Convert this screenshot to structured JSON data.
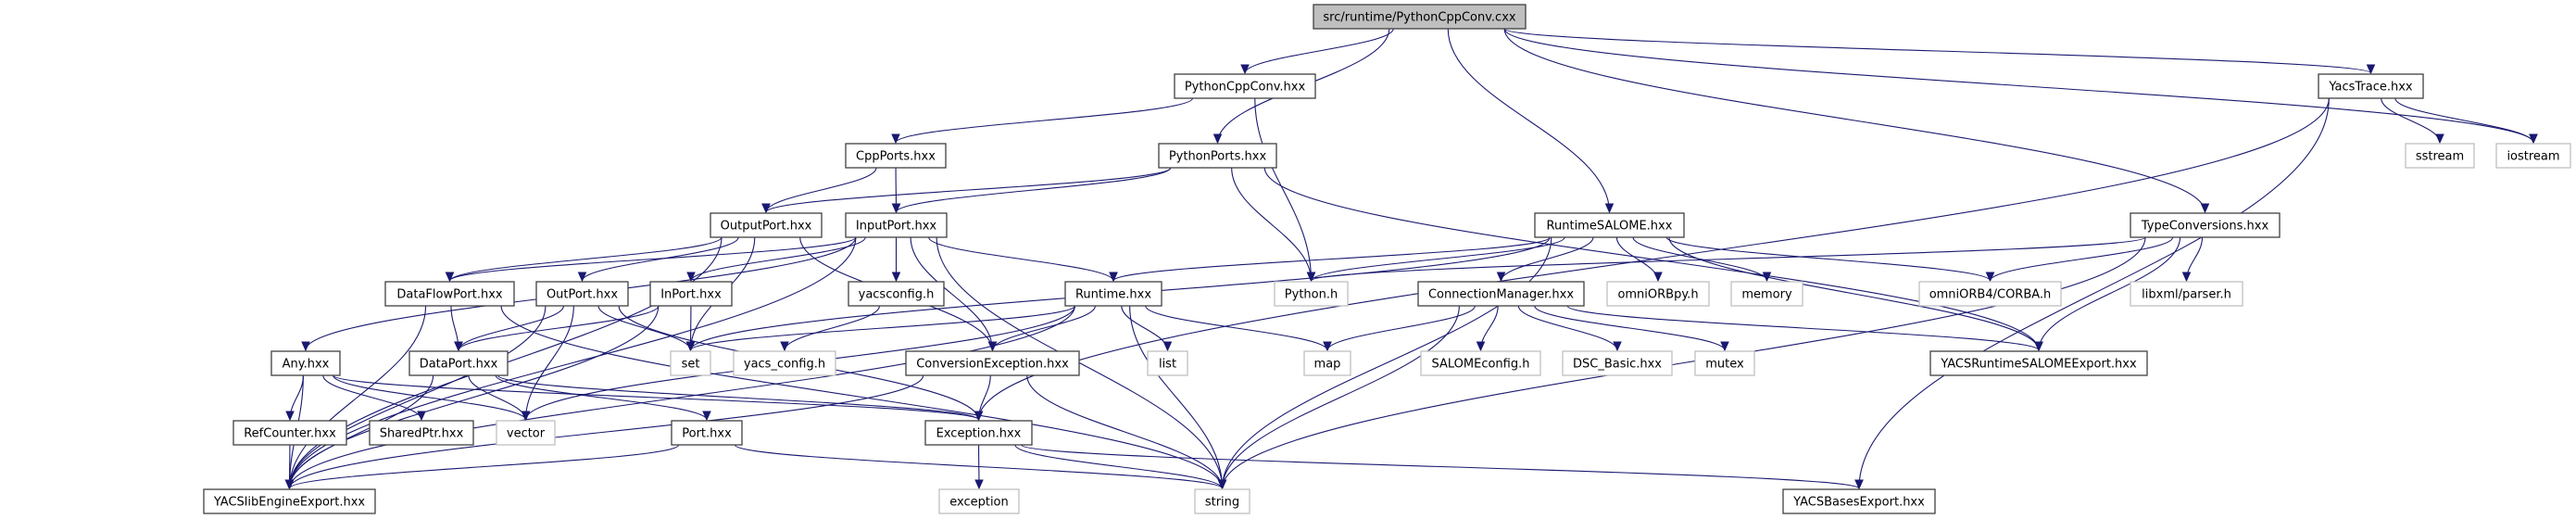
{
  "graph": {
    "type": "include-dependency-graph",
    "edge_color": "#191970",
    "root_fill": "#bfbfbf",
    "external_border": "#bfbfbf",
    "nodes": [
      {
        "id": "root",
        "label": "src/runtime/PythonCppConv.cxx",
        "kind": "root"
      },
      {
        "id": "pycppconv_hxx",
        "label": "PythonCppConv.hxx",
        "kind": "internal"
      },
      {
        "id": "yacstrace",
        "label": "YacsTrace.hxx",
        "kind": "internal"
      },
      {
        "id": "cppports",
        "label": "CppPorts.hxx",
        "kind": "internal"
      },
      {
        "id": "pythonports",
        "label": "PythonPorts.hxx",
        "kind": "internal"
      },
      {
        "id": "sstream",
        "label": "sstream",
        "kind": "external"
      },
      {
        "id": "iostream",
        "label": "iostream",
        "kind": "external"
      },
      {
        "id": "outputport",
        "label": "OutputPort.hxx",
        "kind": "internal"
      },
      {
        "id": "inputport",
        "label": "InputPort.hxx",
        "kind": "internal"
      },
      {
        "id": "runtimesalome",
        "label": "RuntimeSALOME.hxx",
        "kind": "internal"
      },
      {
        "id": "typeconversions",
        "label": "TypeConversions.hxx",
        "kind": "internal"
      },
      {
        "id": "dataflowport",
        "label": "DataFlowPort.hxx",
        "kind": "internal"
      },
      {
        "id": "outport",
        "label": "OutPort.hxx",
        "kind": "internal"
      },
      {
        "id": "inport",
        "label": "InPort.hxx",
        "kind": "internal"
      },
      {
        "id": "yacsconfig",
        "label": "yacsconfig.h",
        "kind": "internal"
      },
      {
        "id": "runtime",
        "label": "Runtime.hxx",
        "kind": "internal"
      },
      {
        "id": "pythonh",
        "label": "Python.h",
        "kind": "external"
      },
      {
        "id": "connmgr",
        "label": "ConnectionManager.hxx",
        "kind": "internal"
      },
      {
        "id": "omniorbpy",
        "label": "omniORBpy.h",
        "kind": "external"
      },
      {
        "id": "memory",
        "label": "memory",
        "kind": "external"
      },
      {
        "id": "corba",
        "label": "omniORB4/CORBA.h",
        "kind": "external"
      },
      {
        "id": "libxml",
        "label": "libxml/parser.h",
        "kind": "external"
      },
      {
        "id": "any",
        "label": "Any.hxx",
        "kind": "internal"
      },
      {
        "id": "dataport",
        "label": "DataPort.hxx",
        "kind": "internal"
      },
      {
        "id": "set",
        "label": "set",
        "kind": "external"
      },
      {
        "id": "yacs_config",
        "label": "yacs_config.h",
        "kind": "external"
      },
      {
        "id": "convexc",
        "label": "ConversionException.hxx",
        "kind": "internal"
      },
      {
        "id": "list",
        "label": "list",
        "kind": "external"
      },
      {
        "id": "map",
        "label": "map",
        "kind": "external"
      },
      {
        "id": "salomeconfig",
        "label": "SALOMEconfig.h",
        "kind": "external"
      },
      {
        "id": "dscbasic",
        "label": "DSC_Basic.hxx",
        "kind": "external"
      },
      {
        "id": "mutex",
        "label": "mutex",
        "kind": "external"
      },
      {
        "id": "rtsalomeexport",
        "label": "YACSRuntimeSALOMEExport.hxx",
        "kind": "internal"
      },
      {
        "id": "refcounter",
        "label": "RefCounter.hxx",
        "kind": "internal"
      },
      {
        "id": "sharedptr",
        "label": "SharedPtr.hxx",
        "kind": "internal"
      },
      {
        "id": "vector",
        "label": "vector",
        "kind": "external"
      },
      {
        "id": "port",
        "label": "Port.hxx",
        "kind": "internal"
      },
      {
        "id": "exception_hxx",
        "label": "Exception.hxx",
        "kind": "internal"
      },
      {
        "id": "libengineexport",
        "label": "YACSlibEngineExport.hxx",
        "kind": "internal"
      },
      {
        "id": "exception",
        "label": "exception",
        "kind": "external"
      },
      {
        "id": "string",
        "label": "string",
        "kind": "external"
      },
      {
        "id": "basesexport",
        "label": "YACSBasesExport.hxx",
        "kind": "internal"
      }
    ],
    "edges": [
      [
        "root",
        "pycppconv_hxx"
      ],
      [
        "root",
        "pythonports"
      ],
      [
        "root",
        "runtimesalome"
      ],
      [
        "root",
        "typeconversions"
      ],
      [
        "root",
        "yacstrace"
      ],
      [
        "root",
        "iostream"
      ],
      [
        "pycppconv_hxx",
        "cppports"
      ],
      [
        "pycppconv_hxx",
        "pythonh"
      ],
      [
        "cppports",
        "outputport"
      ],
      [
        "cppports",
        "inputport"
      ],
      [
        "pythonports",
        "outputport"
      ],
      [
        "pythonports",
        "inputport"
      ],
      [
        "pythonports",
        "pythonh"
      ],
      [
        "pythonports",
        "rtsalomeexport"
      ],
      [
        "outputport",
        "libengineexport"
      ],
      [
        "outputport",
        "dataflowport"
      ],
      [
        "outputport",
        "outport"
      ],
      [
        "outputport",
        "set"
      ],
      [
        "outputport",
        "convexc"
      ],
      [
        "inputport",
        "libengineexport"
      ],
      [
        "inputport",
        "dataflowport"
      ],
      [
        "inputport",
        "any"
      ],
      [
        "inputport",
        "inport"
      ],
      [
        "inputport",
        "yacsconfig"
      ],
      [
        "inputport",
        "runtime"
      ],
      [
        "inputport",
        "convexc"
      ],
      [
        "inputport",
        "string"
      ],
      [
        "dataflowport",
        "libengineexport"
      ],
      [
        "dataflowport",
        "dataport"
      ],
      [
        "dataflowport",
        "string"
      ],
      [
        "outport",
        "libengineexport"
      ],
      [
        "outport",
        "dataport"
      ],
      [
        "outport",
        "set"
      ],
      [
        "outport",
        "vector"
      ],
      [
        "outport",
        "exception_hxx"
      ],
      [
        "inport",
        "dataport"
      ],
      [
        "inport",
        "set"
      ],
      [
        "inport",
        "libengineexport"
      ],
      [
        "yacsconfig",
        "yacs_config"
      ],
      [
        "any",
        "libengineexport"
      ],
      [
        "any",
        "refcounter"
      ],
      [
        "any",
        "sharedptr"
      ],
      [
        "any",
        "vector"
      ],
      [
        "any",
        "exception_hxx"
      ],
      [
        "dataport",
        "libengineexport"
      ],
      [
        "dataport",
        "vector"
      ],
      [
        "dataport",
        "port"
      ],
      [
        "dataport",
        "exception_hxx"
      ],
      [
        "refcounter",
        "libengineexport"
      ],
      [
        "port",
        "libengineexport"
      ],
      [
        "port",
        "string"
      ],
      [
        "convexc",
        "exception_hxx"
      ],
      [
        "convexc",
        "string"
      ],
      [
        "convexc",
        "libengineexport"
      ],
      [
        "exception_hxx",
        "exception"
      ],
      [
        "exception_hxx",
        "string"
      ],
      [
        "exception_hxx",
        "basesexport"
      ],
      [
        "runtime",
        "set"
      ],
      [
        "runtime",
        "convexc"
      ],
      [
        "runtime",
        "list"
      ],
      [
        "runtime",
        "map"
      ],
      [
        "runtime",
        "string"
      ],
      [
        "runtime",
        "vector"
      ],
      [
        "runtime",
        "libengineexport"
      ],
      [
        "runtimesalome",
        "runtime"
      ],
      [
        "runtimesalome",
        "pythonh"
      ],
      [
        "runtimesalome",
        "connmgr"
      ],
      [
        "runtimesalome",
        "omniorbpy"
      ],
      [
        "runtimesalome",
        "memory"
      ],
      [
        "runtimesalome",
        "corba"
      ],
      [
        "runtimesalome",
        "rtsalomeexport"
      ],
      [
        "runtimesalome",
        "string"
      ],
      [
        "runtimesalome",
        "set"
      ],
      [
        "connmgr",
        "map"
      ],
      [
        "connmgr",
        "salomeconfig"
      ],
      [
        "connmgr",
        "dscbasic"
      ],
      [
        "connmgr",
        "mutex"
      ],
      [
        "connmgr",
        "string"
      ],
      [
        "connmgr",
        "rtsalomeexport"
      ],
      [
        "typeconversions",
        "pythonh"
      ],
      [
        "typeconversions",
        "corba"
      ],
      [
        "typeconversions",
        "libxml"
      ],
      [
        "typeconversions",
        "rtsalomeexport"
      ],
      [
        "typeconversions",
        "string"
      ],
      [
        "yacstrace",
        "exception_hxx"
      ],
      [
        "yacstrace",
        "sstream"
      ],
      [
        "yacstrace",
        "iostream"
      ],
      [
        "yacstrace",
        "basesexport"
      ]
    ]
  }
}
